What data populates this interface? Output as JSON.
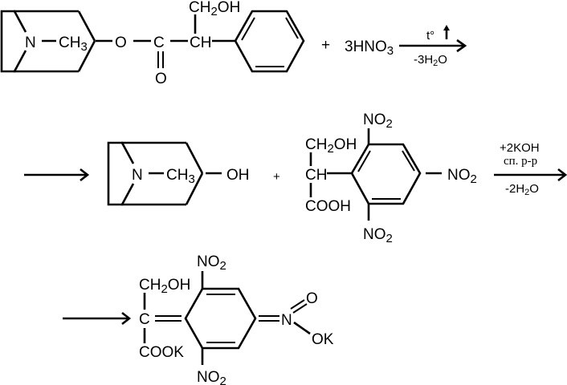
{
  "reaction_steps": [
    {
      "reactant": {
        "labels": {
          "n": "N",
          "ch3": "CH",
          "ch3_sub": "3",
          "o_ester": "O",
          "c_carbonyl": "C",
          "o_carbonyl": "O",
          "ch": "CH",
          "ch2oh_a": "CH",
          "ch2oh_sub": "2",
          "ch2oh_b": "OH"
        }
      },
      "plus": "+",
      "reagent": {
        "text": "3HNO",
        "sub": "3"
      },
      "arrow": {
        "above": "t°",
        "above_icon": "up-arrow-icon",
        "below_a": "-3H",
        "below_sub": "2",
        "below_b": "O"
      }
    },
    {
      "product1": {
        "labels": {
          "n": "N",
          "ch3": "CH",
          "ch3_sub": "3",
          "oh": "OH"
        }
      },
      "plus": "+",
      "product2": {
        "labels": {
          "ch2oh_a": "CH",
          "ch2oh_sub": "2",
          "ch2oh_b": "OH",
          "ch": "CH",
          "cooh": "COOH",
          "no2_top": "NO",
          "no2_top_sub": "2",
          "no2_right": "NO",
          "no2_right_sub": "2",
          "no2_bottom": "NO",
          "no2_bottom_sub": "2"
        }
      },
      "arrow": {
        "above_1": "+2KOH",
        "above_2": "сп. р-р",
        "below_a": "-2H",
        "below_sub": "2",
        "below_b": "O"
      }
    },
    {
      "final_product": {
        "labels": {
          "ch2oh_a": "CH",
          "ch2oh_sub": "2",
          "ch2oh_b": "OH",
          "c": "C",
          "cook": "COOK",
          "no2_top": "NO",
          "no2_top_sub": "2",
          "no2_bottom": "NO",
          "no2_bottom_sub": "2",
          "n": "N",
          "o": "O",
          "ok": "OK"
        }
      }
    }
  ]
}
